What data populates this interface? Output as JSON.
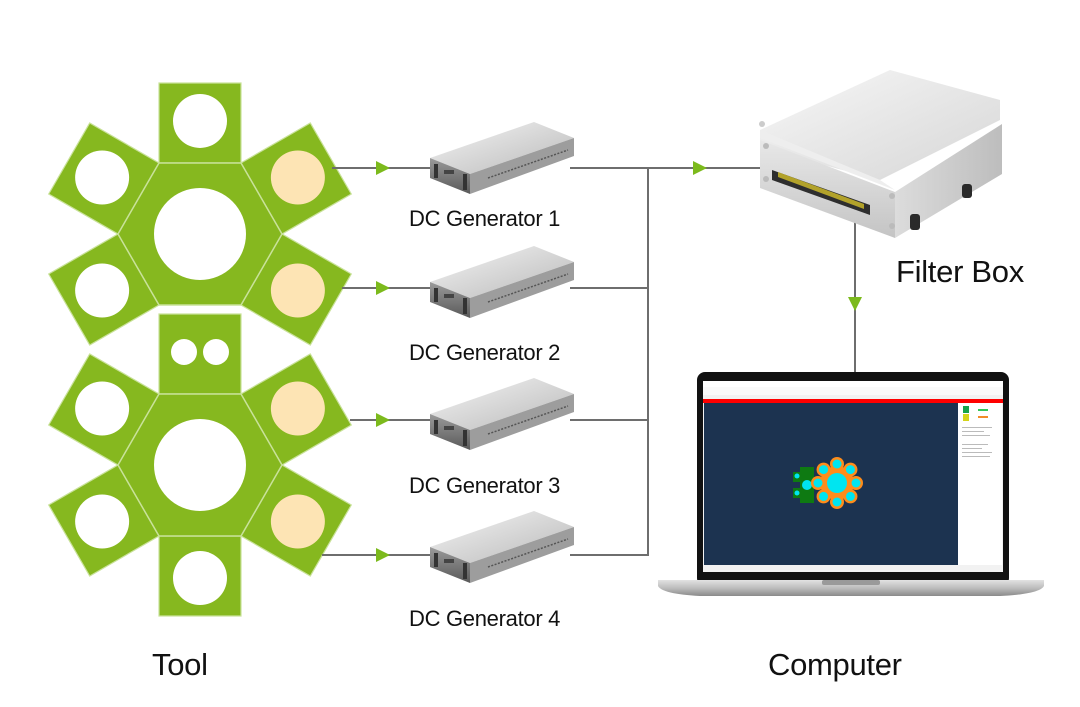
{
  "title": "DC generator system overview",
  "colors": {
    "tool_green": "#86b81f",
    "tool_outline": "#c9e29a",
    "hole_white": "#ffffff",
    "hole_active": "#fde4b4",
    "arrow_green": "#7cba1c",
    "line_gray": "#6e6e6e",
    "screen_bg": "#1c3350",
    "screen_alert": "#ff0000",
    "screen_cyan": "#00e5f0",
    "screen_orange": "#ff8c1a",
    "screen_darkgreen": "#0e7a12",
    "screen_yellow": "#f2e01a"
  },
  "nodes": {
    "tool": {
      "label": "Tool",
      "icon": "tool-chamber-layout-icon"
    },
    "generators": [
      {
        "label": "DC Generator 1",
        "icon": "rack-power-supply-icon"
      },
      {
        "label": "DC Generator 2",
        "icon": "rack-power-supply-icon"
      },
      {
        "label": "DC Generator 3",
        "icon": "rack-power-supply-icon"
      },
      {
        "label": "DC Generator 4",
        "icon": "rack-power-supply-icon"
      }
    ],
    "filter_box": {
      "label": "Filter Box",
      "icon": "filter-box-icon"
    },
    "computer": {
      "label": "Computer",
      "icon": "laptop-icon"
    }
  },
  "edges": [
    {
      "from": "tool",
      "to": "DC Generator 1"
    },
    {
      "from": "tool",
      "to": "DC Generator 2"
    },
    {
      "from": "tool",
      "to": "DC Generator 3"
    },
    {
      "from": "tool",
      "to": "DC Generator 4"
    },
    {
      "from": "DC Generator 1",
      "to": "Filter Box"
    },
    {
      "from": "DC Generator 2",
      "to": "Filter Box"
    },
    {
      "from": "DC Generator 3",
      "to": "Filter Box"
    },
    {
      "from": "DC Generator 4",
      "to": "Filter Box"
    },
    {
      "from": "Filter Box",
      "to": "Computer"
    }
  ]
}
